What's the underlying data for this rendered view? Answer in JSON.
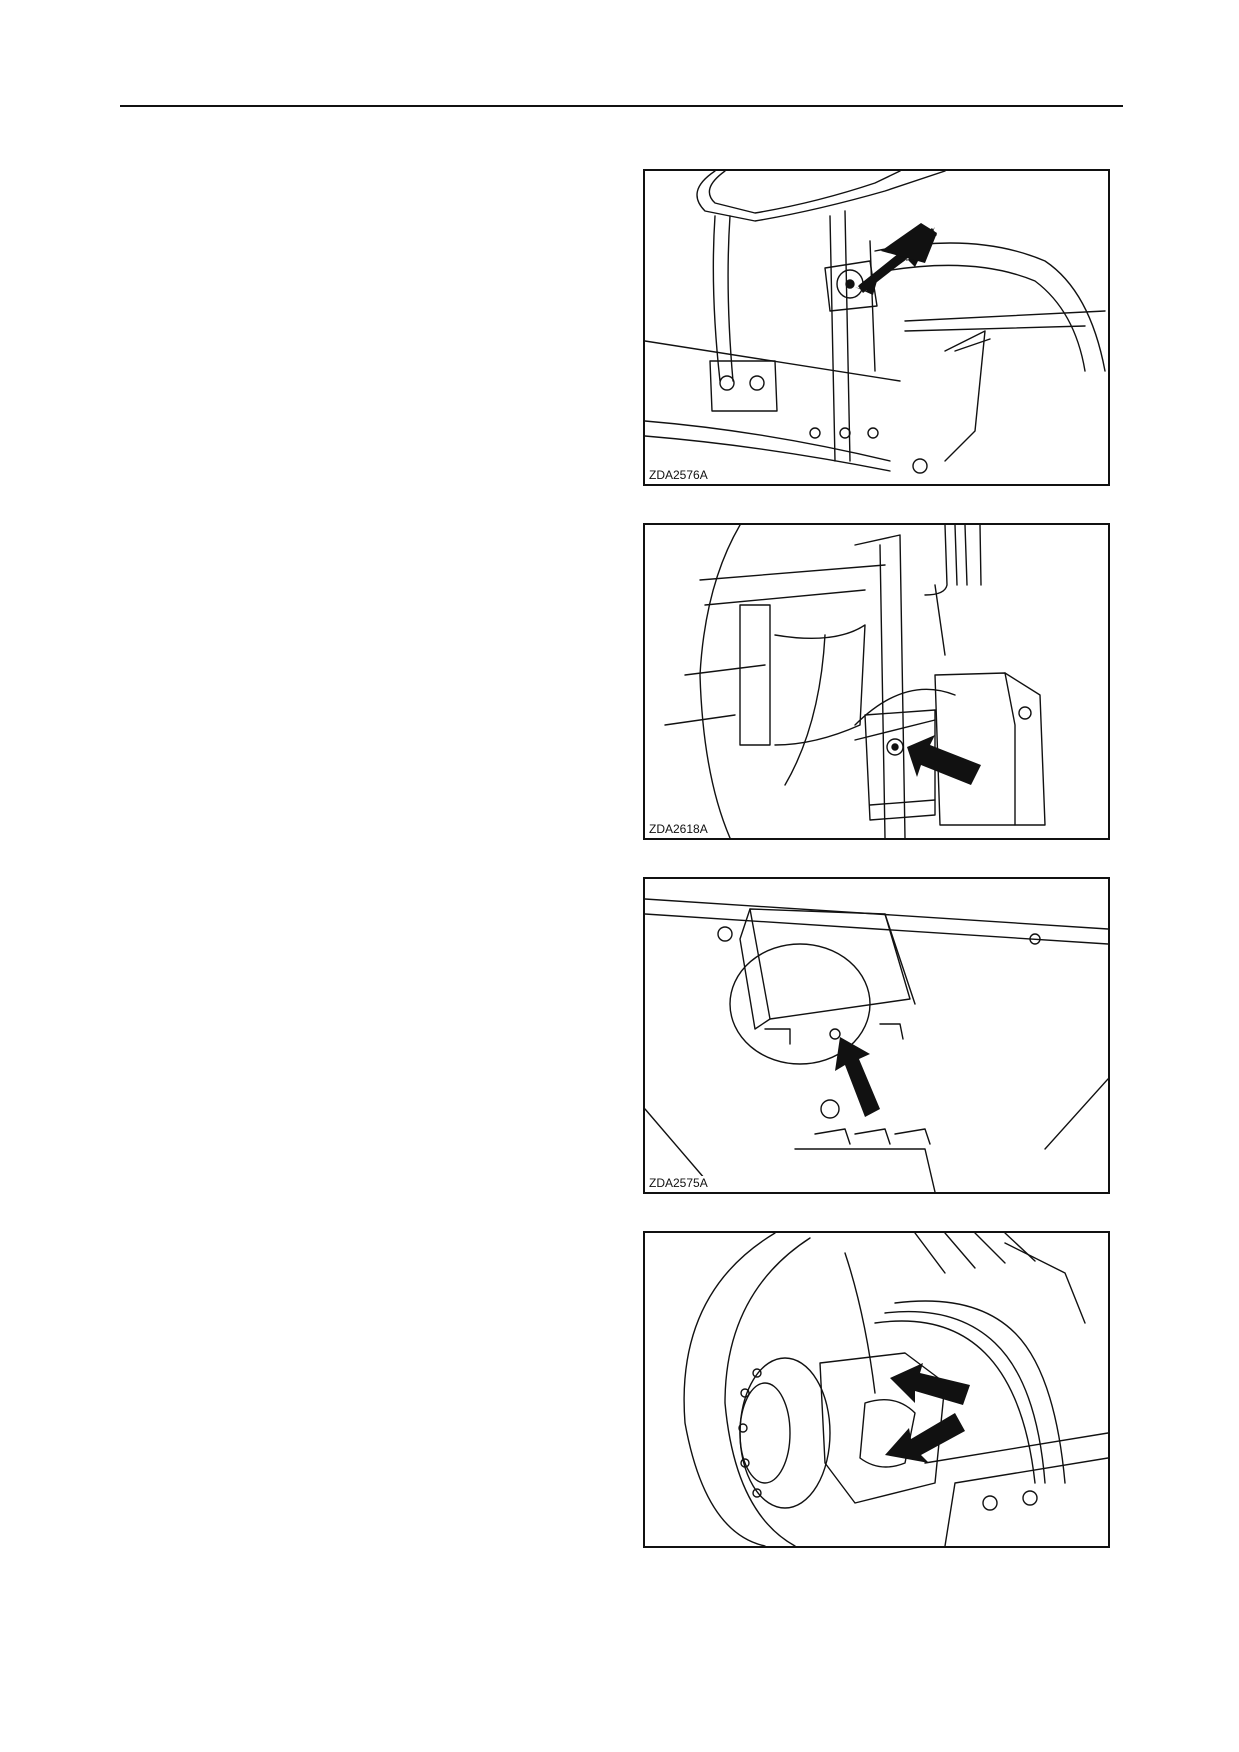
{
  "figures": [
    {
      "code": "ZDA2576A",
      "arrow_icon": "arrow-icon"
    },
    {
      "code": "ZDA2618A",
      "arrow_icon": "arrow-icon"
    },
    {
      "code": "ZDA2575A",
      "arrow_icon": "arrow-icon"
    },
    {
      "code": "",
      "arrow_icon": "arrow-icon"
    }
  ],
  "colors": {
    "line": "#111111",
    "background": "#ffffff"
  }
}
